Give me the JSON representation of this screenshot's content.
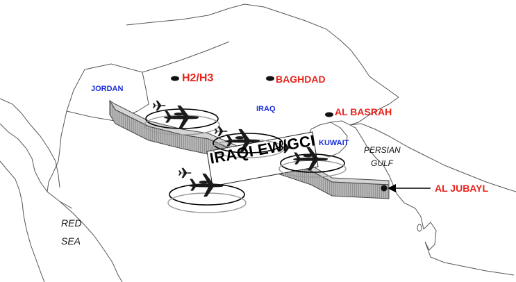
{
  "labels": {
    "jordan": "JORDAN",
    "iraq": "IRAQ",
    "kuwait": "KUWAIT",
    "persian_gulf_1": "PERSIAN",
    "persian_gulf_2": "GULF",
    "red_sea_1": "RED",
    "red_sea_2": "SEA",
    "h2h3": "H2/H3",
    "baghdad": "BAGHDAD",
    "al_basrah": "AL BASRAH",
    "al_jubayl": "AL JUBAYL",
    "barrier": "IRAQI EW/GCI"
  },
  "colors": {
    "country_label": "#1b2fd6",
    "city_label": "#e8231c",
    "border": "#555555",
    "barrier_fill": "#9a9a9a",
    "orbit": "#000000",
    "aircraft": "#1a1a1a"
  },
  "icons": {
    "aircraft": "aircraft-icon",
    "city_marker": "city-marker-icon",
    "arrow": "arrow-left-icon"
  }
}
